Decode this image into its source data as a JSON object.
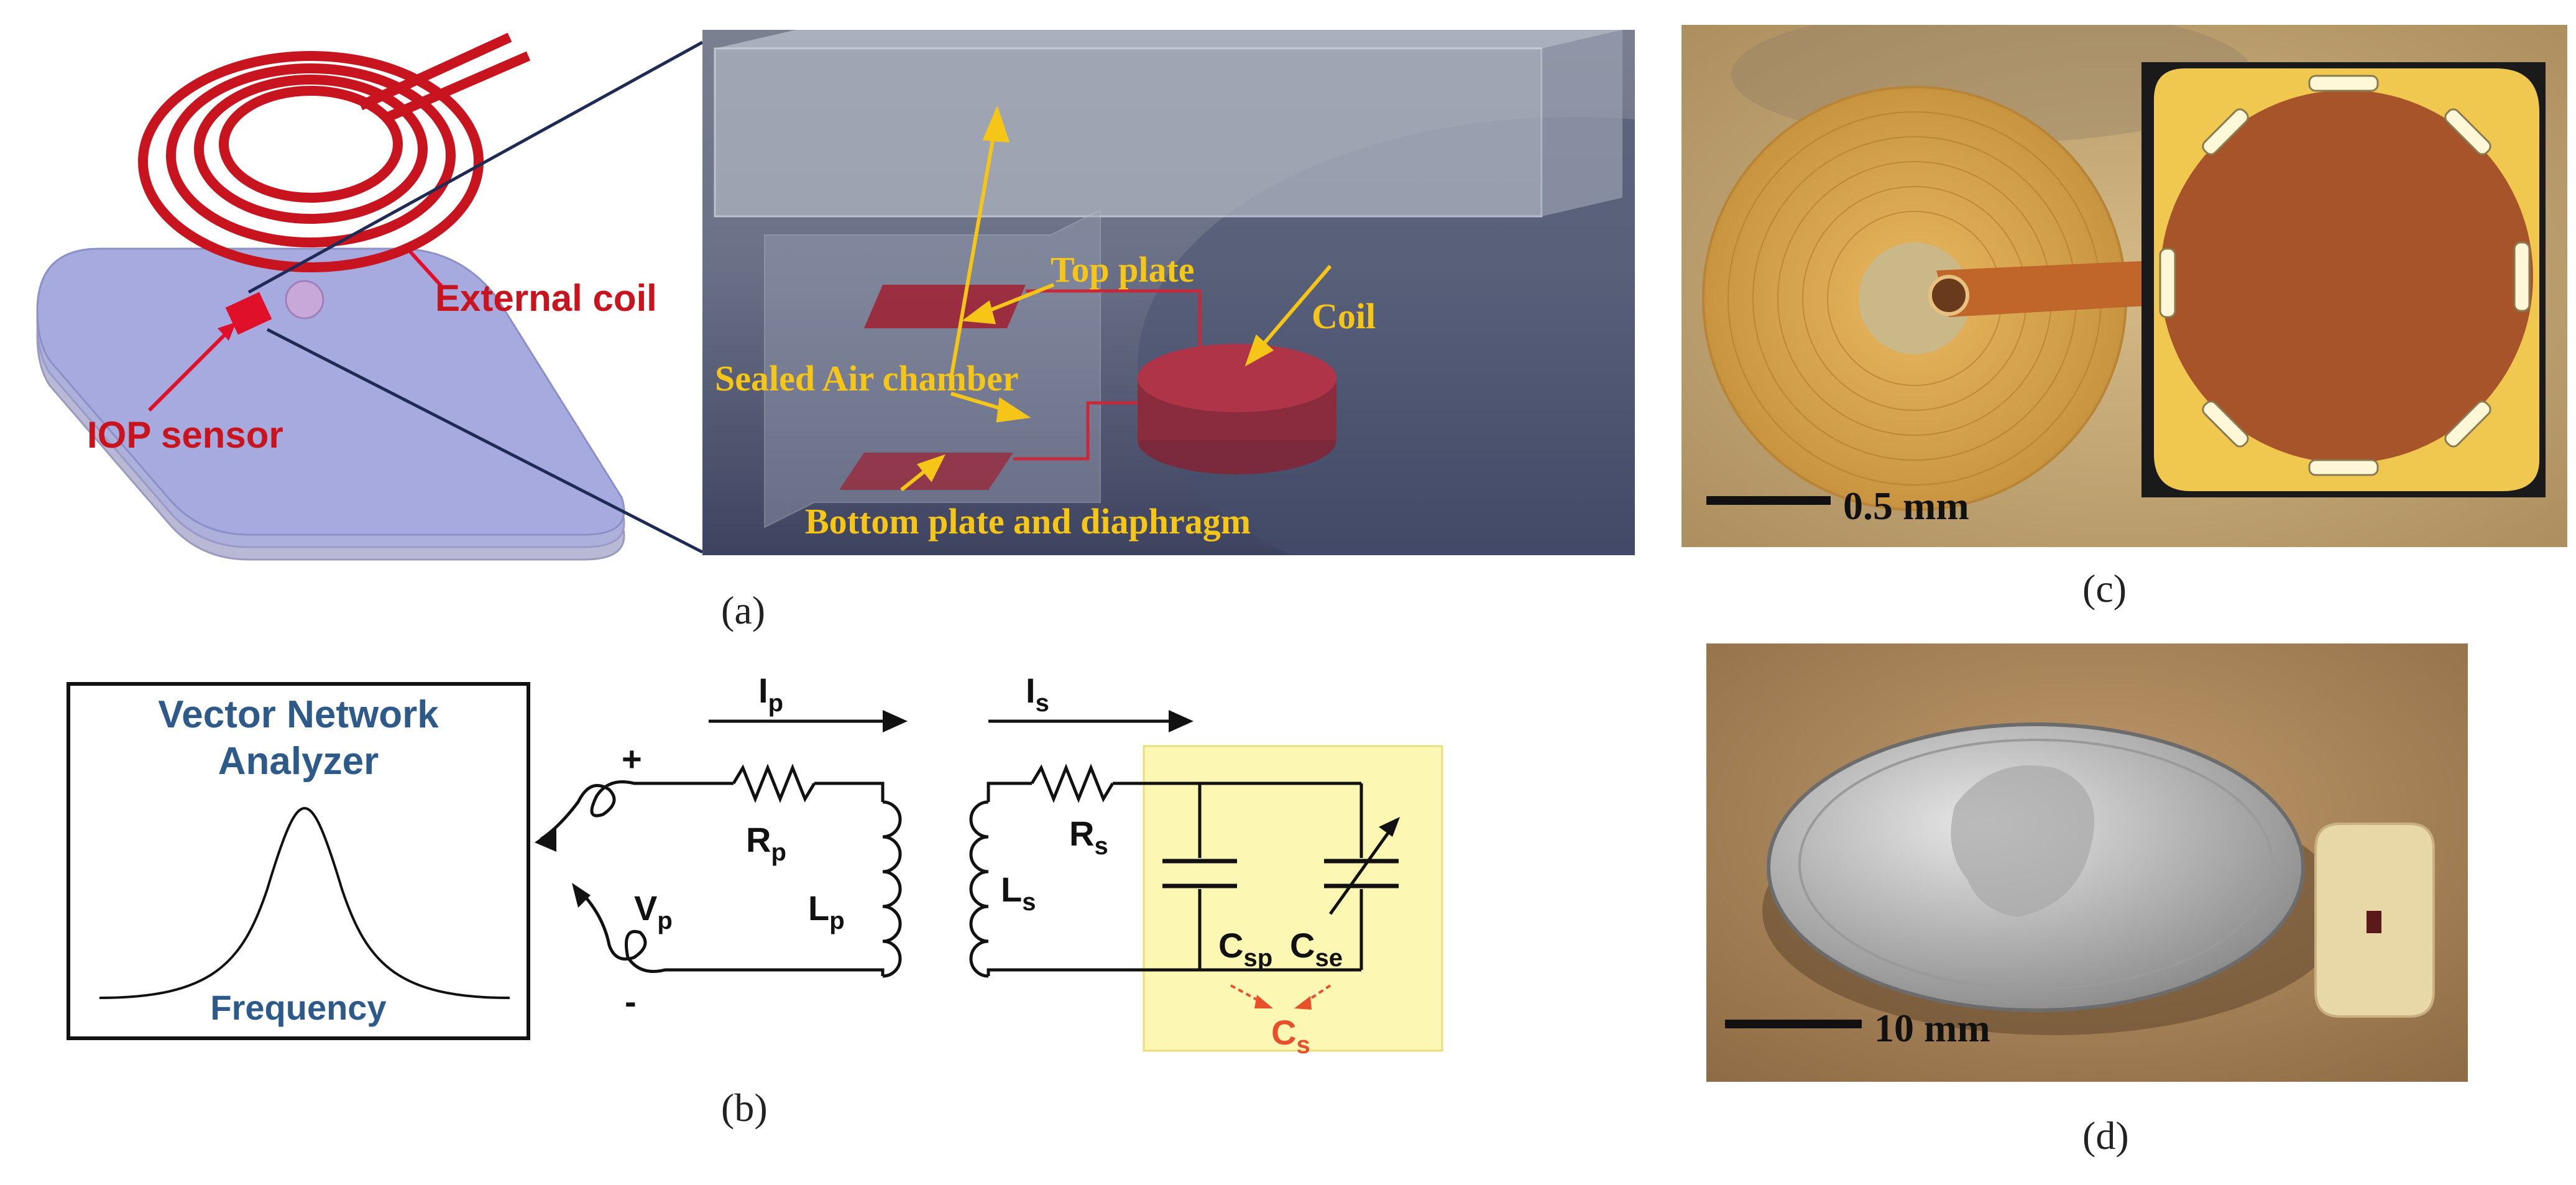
{
  "panels": {
    "a": {
      "caption": "(a)",
      "labels": {
        "external_coil": "External coil",
        "iop_sensor": "IOP sensor",
        "top_plate": "Top plate",
        "coil": "Coil",
        "sealed_air_chamber": "Sealed Air chamber",
        "bottom_plate": "Bottom plate and diaphragm"
      }
    },
    "b": {
      "caption": "(b)",
      "vna_title_line1": "Vector Network",
      "vna_title_line2": "Analyzer",
      "vna_axis_label": "Frequency",
      "plus": "+",
      "minus": "-",
      "current_primary": "I",
      "current_primary_sub": "p",
      "current_secondary": "I",
      "current_secondary_sub": "s",
      "voltage": "V",
      "voltage_sub": "p",
      "resistor_primary": "R",
      "resistor_primary_sub": "p",
      "inductor_primary": "L",
      "inductor_primary_sub": "p",
      "inductor_secondary": "L",
      "inductor_secondary_sub": "s",
      "resistor_secondary": "R",
      "resistor_secondary_sub": "s",
      "cap_sp": "C",
      "cap_sp_sub": "sp",
      "cap_se": "C",
      "cap_se_sub": "se",
      "cap_s": "C",
      "cap_s_sub": "s"
    },
    "c": {
      "caption": "(c)",
      "scale_label": "0.5 mm"
    },
    "d": {
      "caption": "(d)",
      "scale_label": "10 mm"
    }
  },
  "colors": {
    "coil_red": "#c8141e",
    "label_yellow": "#f5c518",
    "vna_blue": "#2e5a8a",
    "highlight_yellow": "#fcf8b4",
    "cs_red": "#e8502a",
    "render_bg": "#4a4f66",
    "photo_c_bg": "#c2a46e",
    "photo_d_bg": "#b08a5e"
  }
}
